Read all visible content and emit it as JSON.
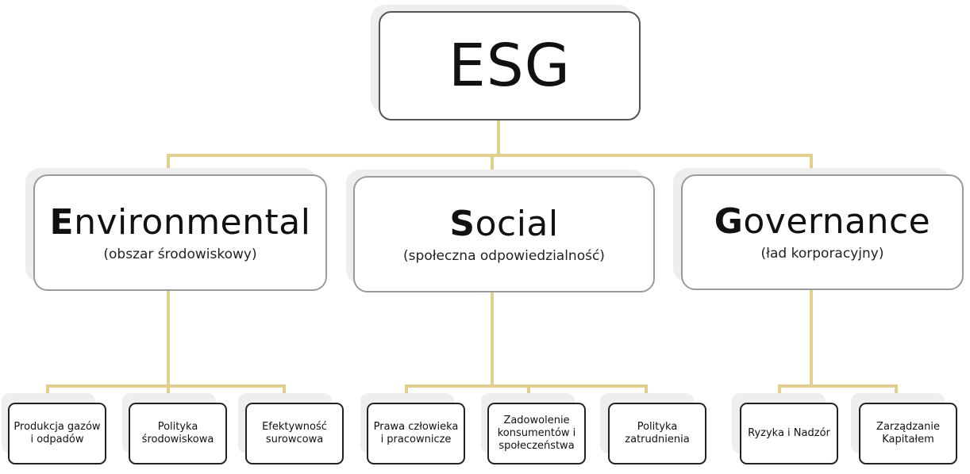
{
  "root": {
    "title": "ESG"
  },
  "pillars": [
    {
      "initial": "E",
      "rest": "nvironmental",
      "subtitle": "(obszar środowiskowy)",
      "children": [
        "Produkcja gazów i odpadów",
        "Polityka środowiskowa",
        "Efektywność surowcowa"
      ]
    },
    {
      "initial": "S",
      "rest": "ocial",
      "subtitle": "(społeczna odpowiedzialność)",
      "children": [
        "Prawa człowieka i pracownicze",
        "Zadowolenie konsumentów i społeczeństwa",
        "Polityka zatrudnienia"
      ]
    },
    {
      "initial": "G",
      "rest": "overnance",
      "subtitle": "(ład korporacyjny)",
      "children": [
        "Ryzyka i Nadzór",
        "Zarządzanie Kapitałem"
      ]
    }
  ],
  "colors": {
    "connector": "#e2cf8f",
    "root_border": "#555555",
    "pillar_border": "#9a9a9a",
    "leaf_border": "#222222",
    "shadow": "#eeeeee"
  }
}
